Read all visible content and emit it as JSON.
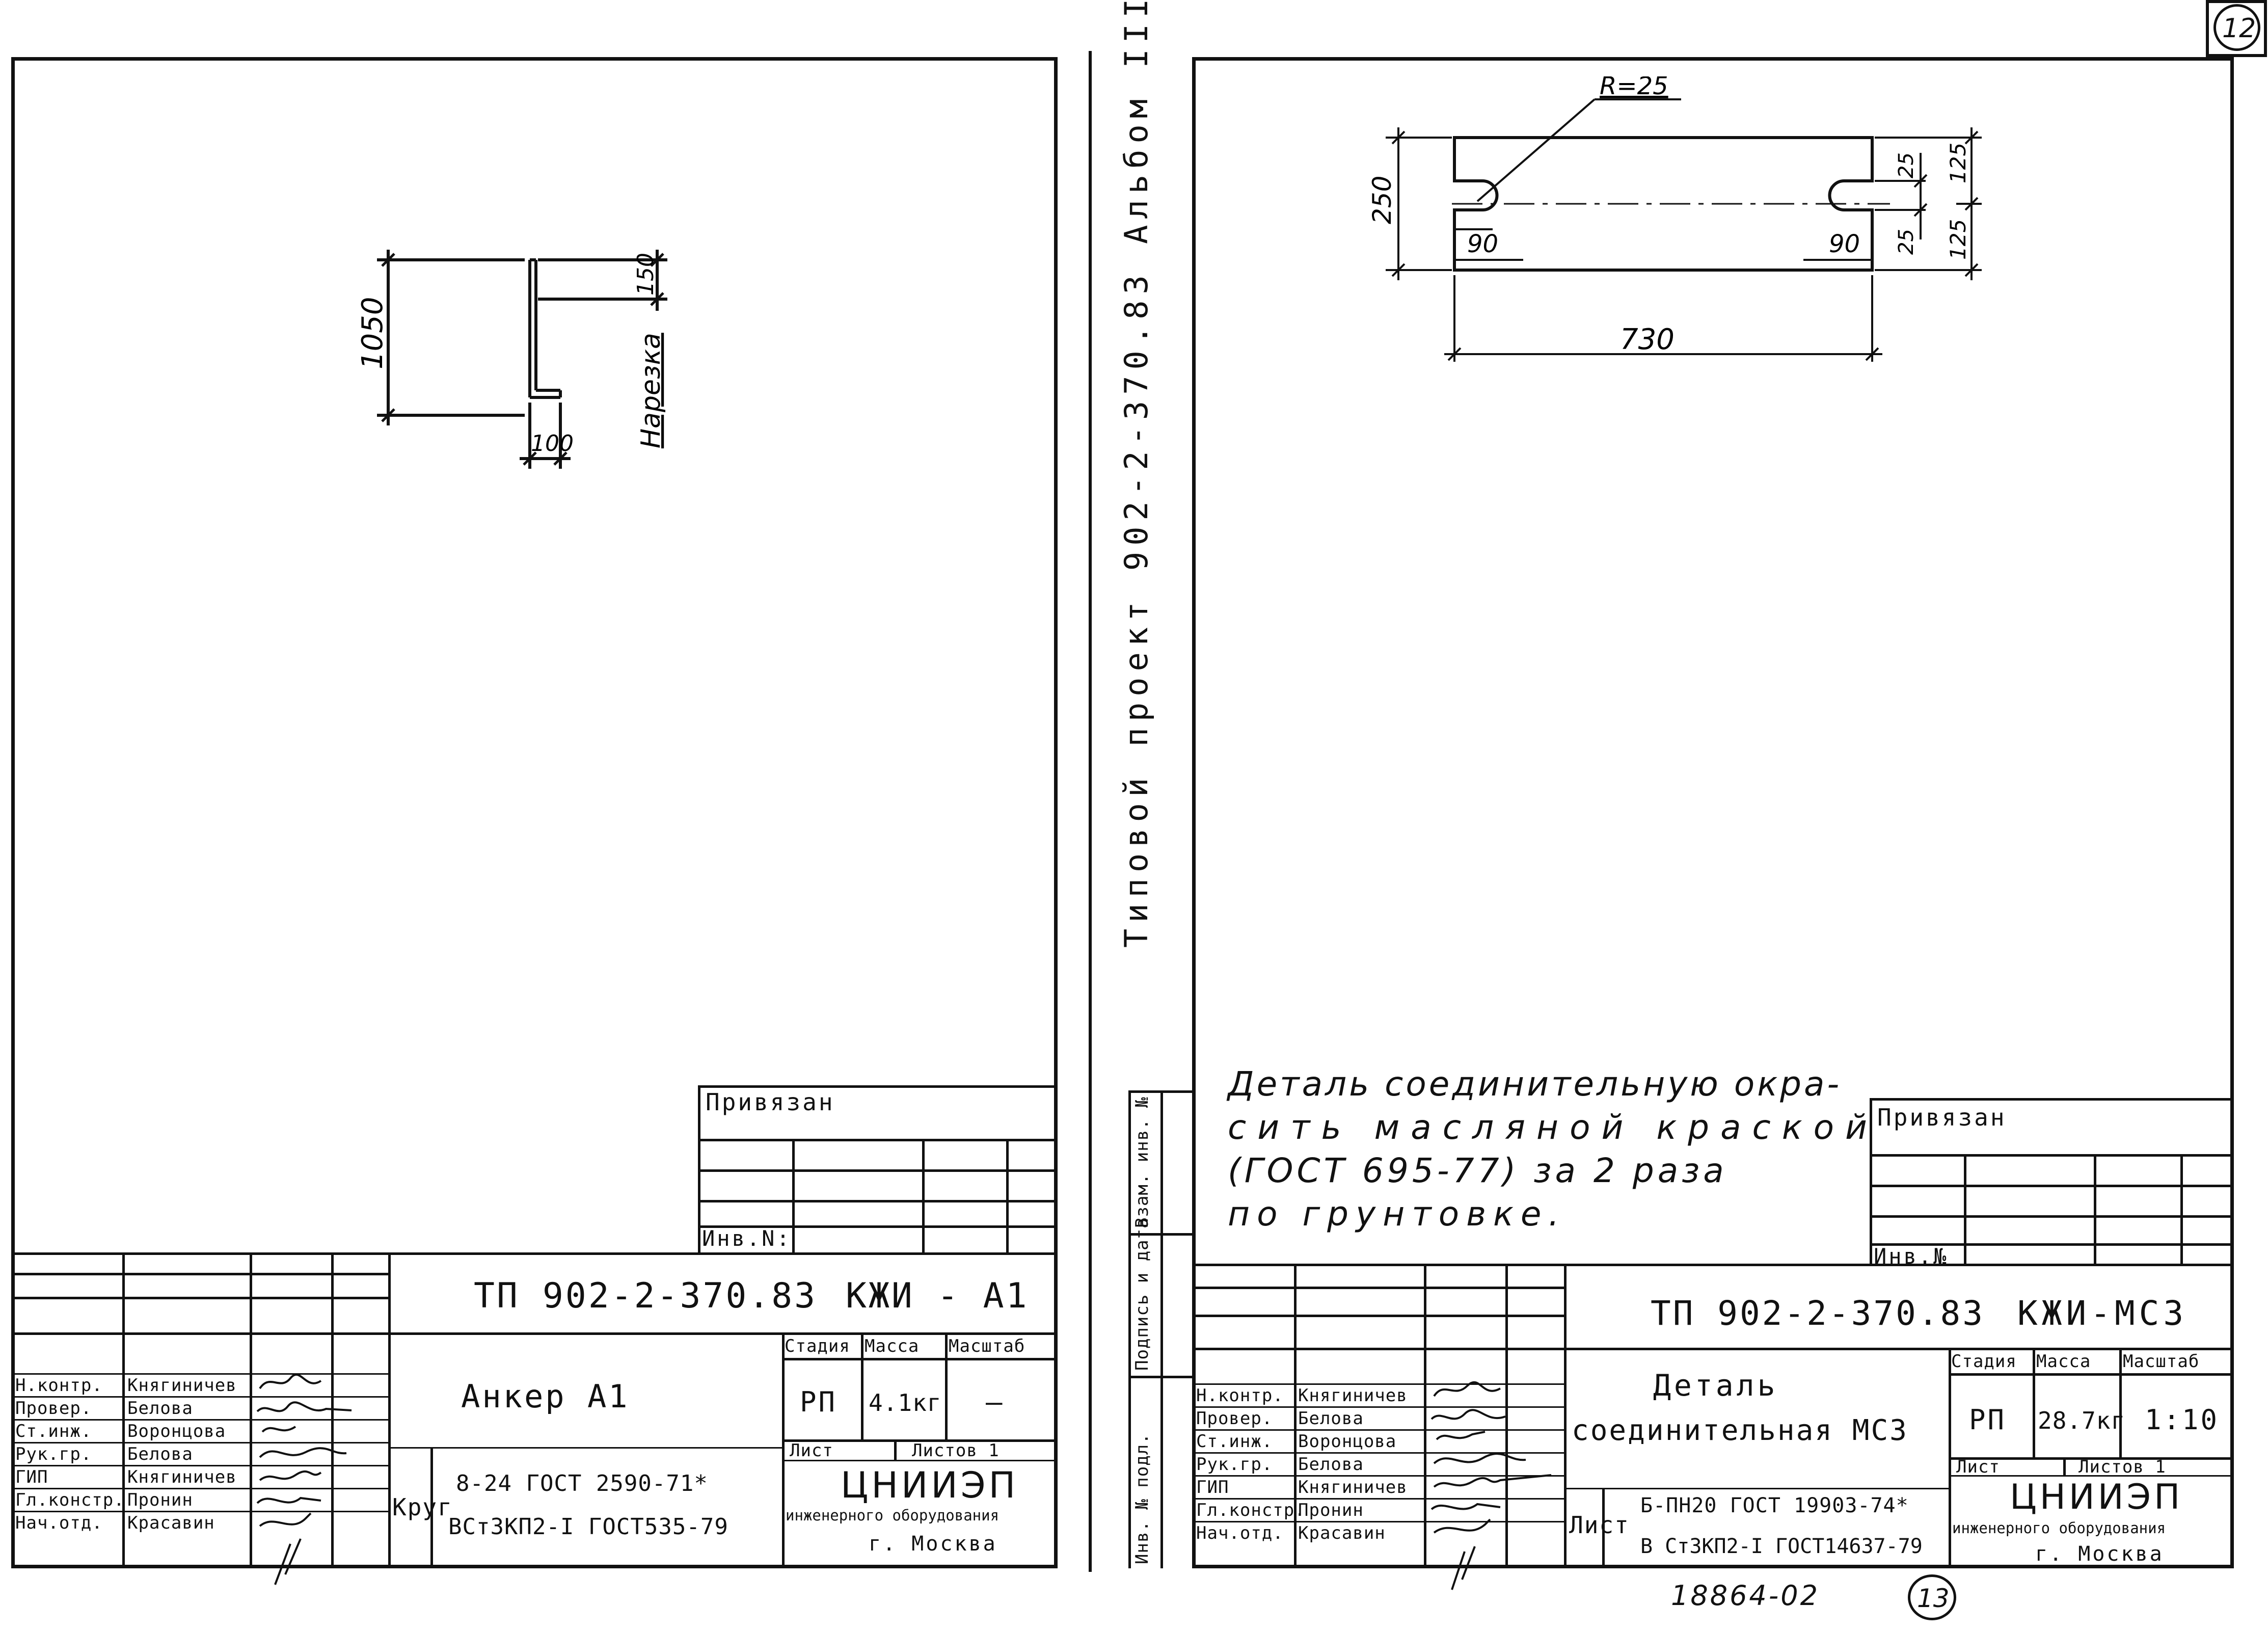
{
  "page_number_top": "12",
  "page_number_bottom": "13",
  "inventory_stamp": "18864-02",
  "vertical_label": "Типовой проект 902-2-370.83 Альбом III",
  "side_stamp_labels": [
    "Инв. № подл.",
    "Подпись и дата",
    "Взам. инв. №"
  ],
  "left": {
    "drawing": {
      "dim_total": "1050",
      "dim_thread": "150",
      "dim_foot": "100",
      "thread_label": "Нарезка"
    },
    "privyazan": "Привязан",
    "inv_no": "Инв.N:",
    "code": "ТП 902-2-370.83",
    "sheet_code": "КЖИ - А1",
    "title": "Анкер А1",
    "stage_head": "Стадия",
    "mass_head": "Масса",
    "scale_head": "Масштаб",
    "stage": "РП",
    "mass": "4.1кг",
    "scale": "—",
    "sheet_head": "Лист",
    "sheets_head": "Листов 1",
    "org_name": "ЦНИИЭП",
    "org_sub": "инженерного оборудования",
    "org_city": "г. Москва",
    "material_label": "Круг",
    "material_line1": "8-24 ГОСТ 2590-71*",
    "material_line2": "ВСт3КП2-I ГОСТ535-79",
    "roles": [
      "Н.контр.",
      "Провер.",
      "Ст.инж.",
      "Рук.гр.",
      "ГИП",
      "Гл.констр.",
      "Нач.отд."
    ],
    "names": [
      "Княгиничев",
      "Белова",
      "Воронцова",
      "Белова",
      "Княгиничев",
      "Пронин",
      "Красавин"
    ]
  },
  "right": {
    "drawing": {
      "radius": "R=25",
      "height": "250",
      "length": "730",
      "slot": "90",
      "slot2": "90",
      "d25a": "25",
      "d25b": "25",
      "d125a": "125",
      "d125b": "125"
    },
    "note_lines": [
      "Деталь соединительную окра-",
      "сить масляной краской",
      "(ГОСТ 695-77) за 2 раза",
      "по грунтовке."
    ],
    "privyazan": "Привязан",
    "inv_no": "Инв.№",
    "code": "ТП 902-2-370.83",
    "sheet_code": "КЖИ-МС3",
    "title_line1": "Деталь",
    "title_line2": "соединительная МС3",
    "stage_head": "Стадия",
    "mass_head": "Масса",
    "scale_head": "Масштаб",
    "stage": "РП",
    "mass": "28.7кг",
    "scale": "1:10",
    "sheet_head": "Лист",
    "sheets_head": "Листов 1",
    "org_name": "ЦНИИЭП",
    "org_sub": "инженерного оборудования",
    "org_city": "г. Москва",
    "material_label": "Лист",
    "material_line1": "Б-ПН20 ГОСТ 19903-74*",
    "material_line2": "В Ст3КП2-I ГОСТ14637-79",
    "roles": [
      "Н.контр.",
      "Провер.",
      "Ст.инж.",
      "Рук.гр.",
      "ГИП",
      "Гл.констр.",
      "Нач.отд."
    ],
    "names": [
      "Княгиничев",
      "Белова",
      "Воронцова",
      "Белова",
      "Княгиничев",
      "Пронин",
      "Красавин"
    ]
  }
}
